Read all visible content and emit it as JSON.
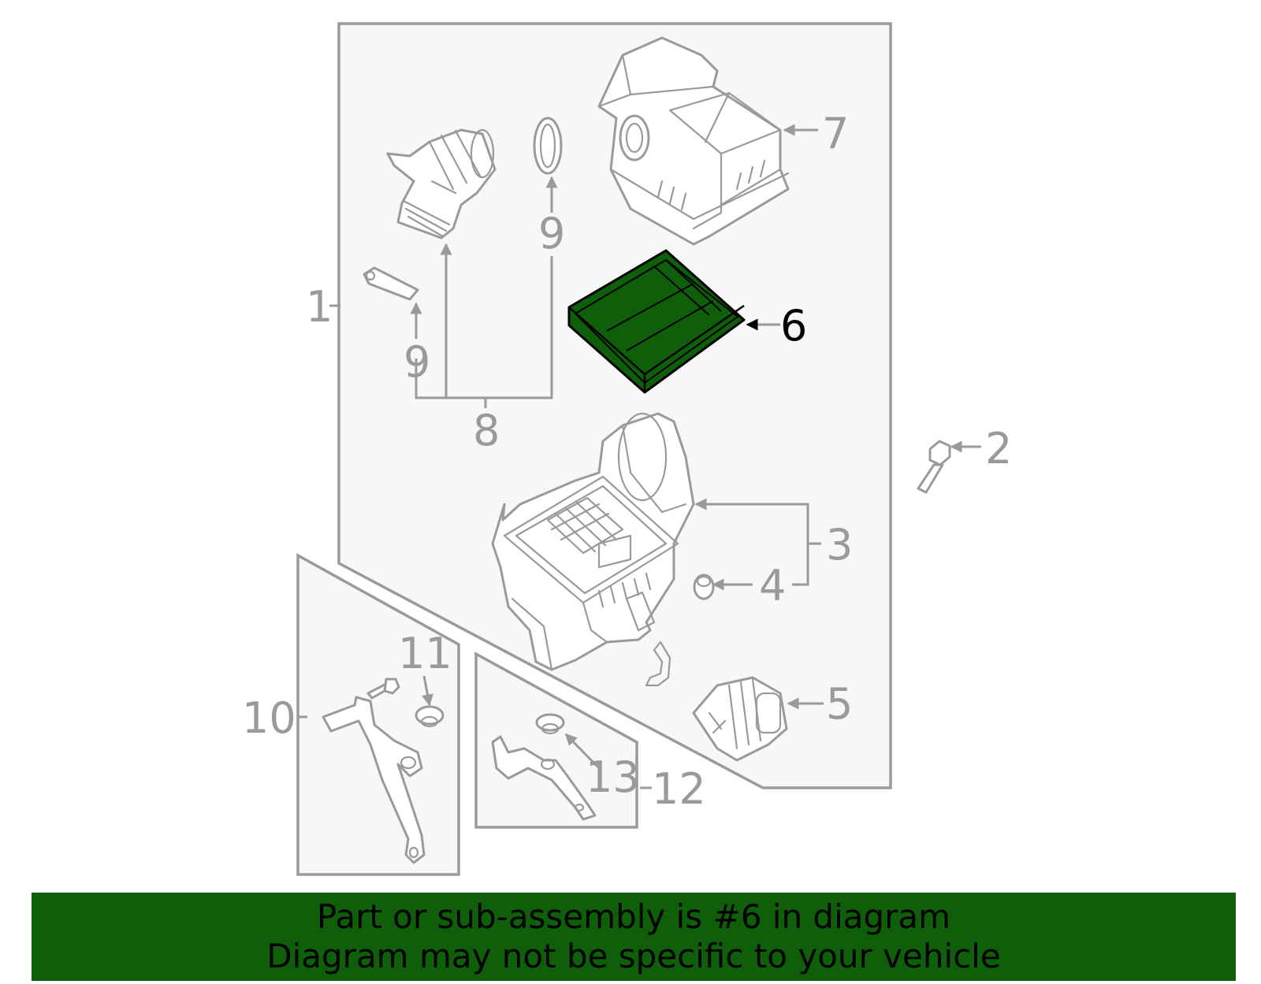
{
  "callouts": [
    {
      "id": "1",
      "label": "1"
    },
    {
      "id": "2",
      "label": "2"
    },
    {
      "id": "3",
      "label": "3"
    },
    {
      "id": "4",
      "label": "4"
    },
    {
      "id": "5",
      "label": "5"
    },
    {
      "id": "6",
      "label": "6",
      "highlighted": true
    },
    {
      "id": "7",
      "label": "7"
    },
    {
      "id": "8",
      "label": "8"
    },
    {
      "id": "9a",
      "label": "9"
    },
    {
      "id": "9b",
      "label": "9"
    },
    {
      "id": "10",
      "label": "10"
    },
    {
      "id": "11",
      "label": "11"
    },
    {
      "id": "12",
      "label": "12"
    },
    {
      "id": "13",
      "label": "13"
    }
  ],
  "banner": {
    "line1": "Part or sub-assembly is #6 in diagram",
    "line2": "Diagram may not be specific to your vehicle"
  },
  "colors": {
    "highlight_fill": "#0f5f0a",
    "line_gray": "#9a9a9a",
    "box_fill": "#f7f7f7"
  }
}
